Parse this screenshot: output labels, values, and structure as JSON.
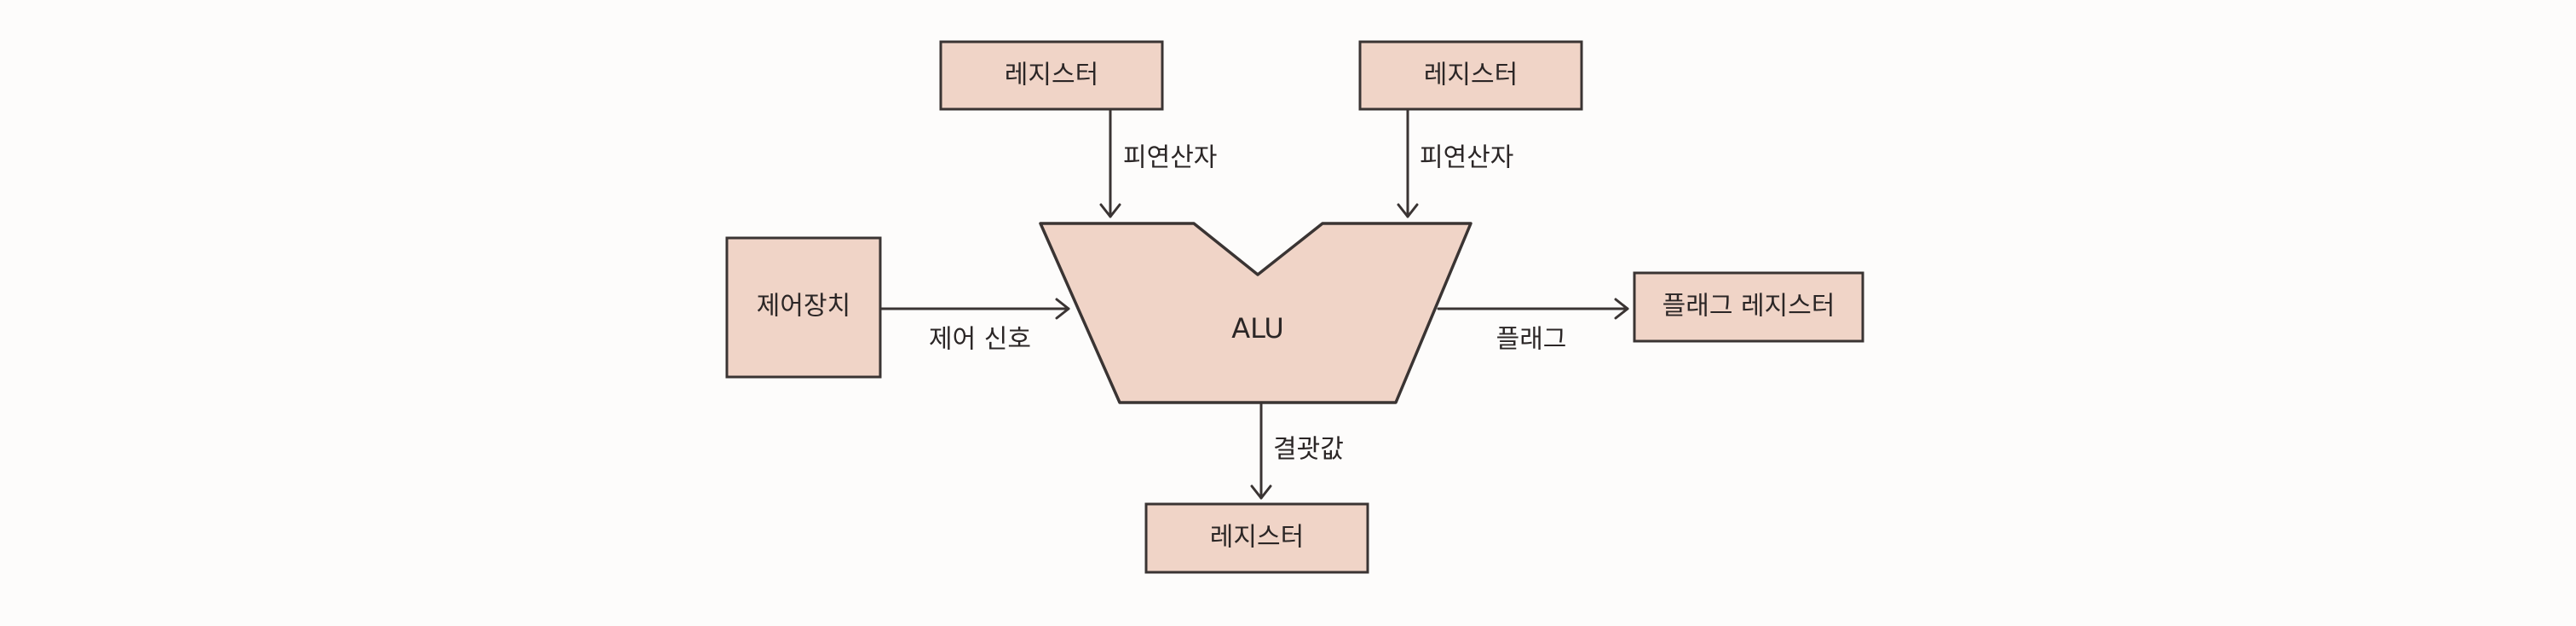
{
  "nodes": {
    "register_top_left": "레지스터",
    "register_top_right": "레지스터",
    "control_unit": "제어장치",
    "alu": "ALU",
    "flag_register": "플래그 레지스터",
    "register_bottom": "레지스터"
  },
  "edges": {
    "operand_left": "피연산자",
    "operand_right": "피연산자",
    "control_signal": "제어 신호",
    "flag": "플래그",
    "result": "결괏값"
  }
}
